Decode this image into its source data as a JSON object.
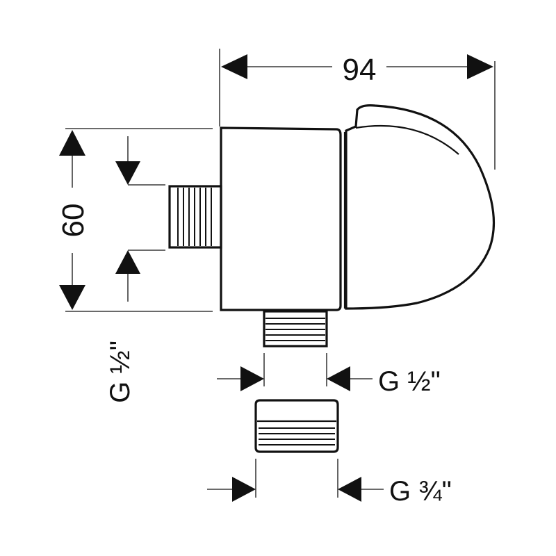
{
  "dimensions": {
    "width_label": "94",
    "height_label": "60"
  },
  "threads": {
    "wall_inlet": "G ½\"",
    "outlet": "G ½\"",
    "adapter": "G ¾\""
  },
  "colors": {
    "line": "#111111",
    "background": "#ffffff"
  }
}
